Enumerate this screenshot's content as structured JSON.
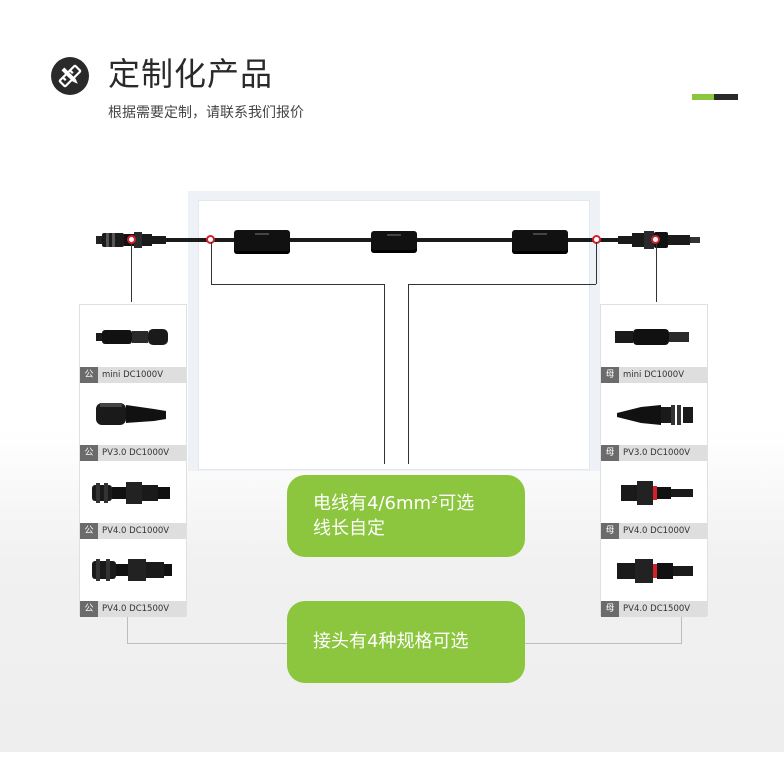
{
  "header": {
    "title": "定制化产品",
    "subtitle": "根据需要定制，请联系我们报价",
    "icon": "pencil-ruler-icon"
  },
  "colors": {
    "accent": "#8cc63f",
    "dark": "#2a2a2a",
    "marker": "#d4202a"
  },
  "left_connectors": [
    {
      "tag": "公",
      "label": "mini   DC1000V"
    },
    {
      "tag": "公",
      "label": "PV3.0   DC1000V"
    },
    {
      "tag": "公",
      "label": "PV4.0   DC1000V"
    },
    {
      "tag": "公",
      "label": "PV4.0   DC1500V"
    }
  ],
  "right_connectors": [
    {
      "tag": "母",
      "label": "mini   DC1000V"
    },
    {
      "tag": "母",
      "label": "PV3.0   DC1000V"
    },
    {
      "tag": "母",
      "label": "PV4.0   DC1000V"
    },
    {
      "tag": "母",
      "label": "PV4.0   DC1500V"
    }
  ],
  "callouts": {
    "cable_line1": "电线有4/6mm²可选",
    "cable_line2": "线长自定",
    "connector": "接头有4种规格可选"
  }
}
